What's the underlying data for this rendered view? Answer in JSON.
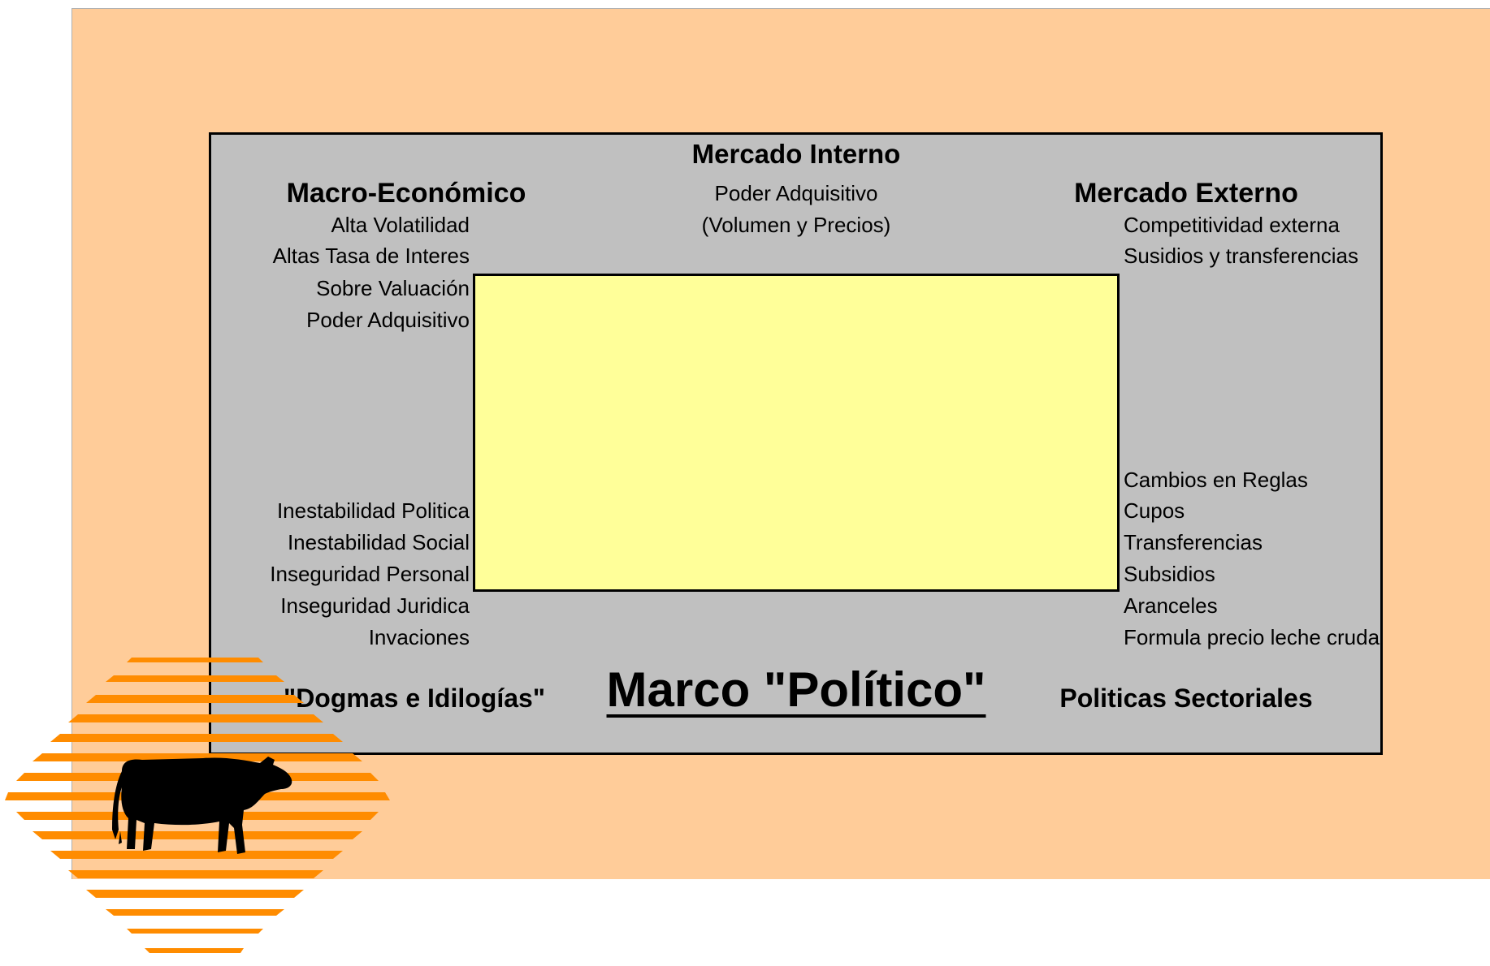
{
  "colors": {
    "background": "#ffcc99",
    "panel": "#c0c0c0",
    "center_box": "#ffff99",
    "logo_orange": "#ff8c00",
    "border": "#000000"
  },
  "headers": {
    "mercado_interno": "Mercado Interno",
    "macro_economico": "Macro-Económico",
    "mercado_externo": "Mercado Externo"
  },
  "mercado_interno_items": [
    "Poder Adquisitivo",
    "(Volumen y Precios)"
  ],
  "macro_items": [
    "Alta Volatilidad",
    "Altas Tasa de Interes",
    "Sobre Valuación",
    "Poder Adquisitivo"
  ],
  "externo_items": [
    "Competitividad externa",
    "Susidios y transferencias"
  ],
  "political_items": [
    "Inestabilidad  Politica",
    "Inestabilidad  Social",
    "Inseguridad Personal",
    "Inseguridad Juridica",
    "Invaciones"
  ],
  "sectorial_items": [
    "Cambios en Reglas",
    "Cupos",
    "Transferencias",
    "Subsidios",
    "Aranceles",
    "Formula precio leche cruda"
  ],
  "footer": {
    "dogmas": "\"Dogmas e Idilogías\"",
    "title": "Marco \"Político\"",
    "politicas": "Politicas Sectoriales"
  },
  "logo": {
    "icon": "cow-icon"
  }
}
